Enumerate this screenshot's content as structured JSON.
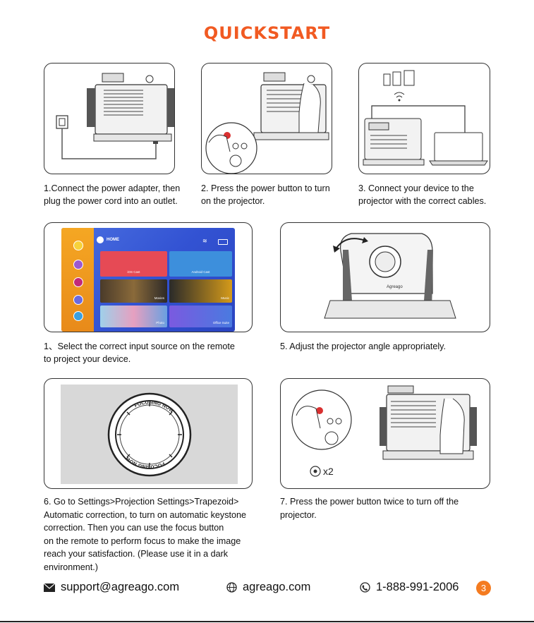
{
  "title": "QUICKSTART",
  "steps": [
    {
      "caption_line1": "1.Connect the power adapter, then",
      "caption_line2": "plug the power cord into an outlet."
    },
    {
      "caption_line1": "2. Press the power button to turn",
      "caption_line2": "on the projector."
    },
    {
      "caption_line1": "3. Connect your device to the",
      "caption_line2": "projector with the correct cables."
    },
    {
      "caption_line1": "1、Select the correct input source on the remote",
      "caption_line2": "to project your device."
    },
    {
      "caption_line1": "5. Adjust the projector angle appropriately.",
      "caption_line2": ""
    },
    {
      "lines": [
        "6. Go to Settings>Projection Settings>Trapezoid>",
        "Automatic correction, to turn on automatic keystone",
        "correction. Then you can use the focus button",
        "on the remote to perform focus to make the image",
        "reach your satisfaction. (Please use it in a dark",
        "environment.)"
      ]
    },
    {
      "lines": [
        "7. Press the power button twice to turn off the",
        "projector."
      ]
    }
  ],
  "tv_ui": {
    "home": "HOME",
    "tile_ios": "iOS Cast",
    "tile_android": "Android Cast",
    "tile_movie": "Movies",
    "tile_music": "Music",
    "tile_photo": "Photo",
    "tile_office": "Office Suite"
  },
  "focus_ring_text_top": "FOCUSING NOW",
  "focus_ring_text_bottom": "FOCUSING NOW",
  "projector_brand": "Agreago",
  "press_count": "x2",
  "footer": {
    "email": "support@agreago.com",
    "website": "agreago.com",
    "phone": "1-888-991-2006",
    "page": "3"
  },
  "colors": {
    "accent": "#f15a22",
    "page_badge": "#f47b20"
  }
}
